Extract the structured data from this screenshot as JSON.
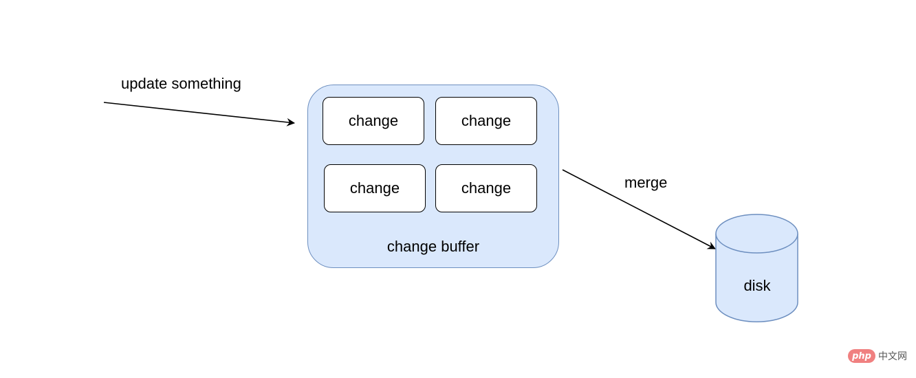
{
  "labels": {
    "update": "update something",
    "merge": "merge",
    "buffer": "change buffer",
    "disk": "disk"
  },
  "changes": [
    "change",
    "change",
    "change",
    "change"
  ],
  "watermark": {
    "logo": "php",
    "text": "中文网"
  },
  "colors": {
    "buffer_fill": "#dae8fc",
    "buffer_stroke": "#6c8ebf",
    "disk_fill": "#dae8fc",
    "disk_stroke": "#6c8ebf",
    "arrow": "#000000"
  }
}
